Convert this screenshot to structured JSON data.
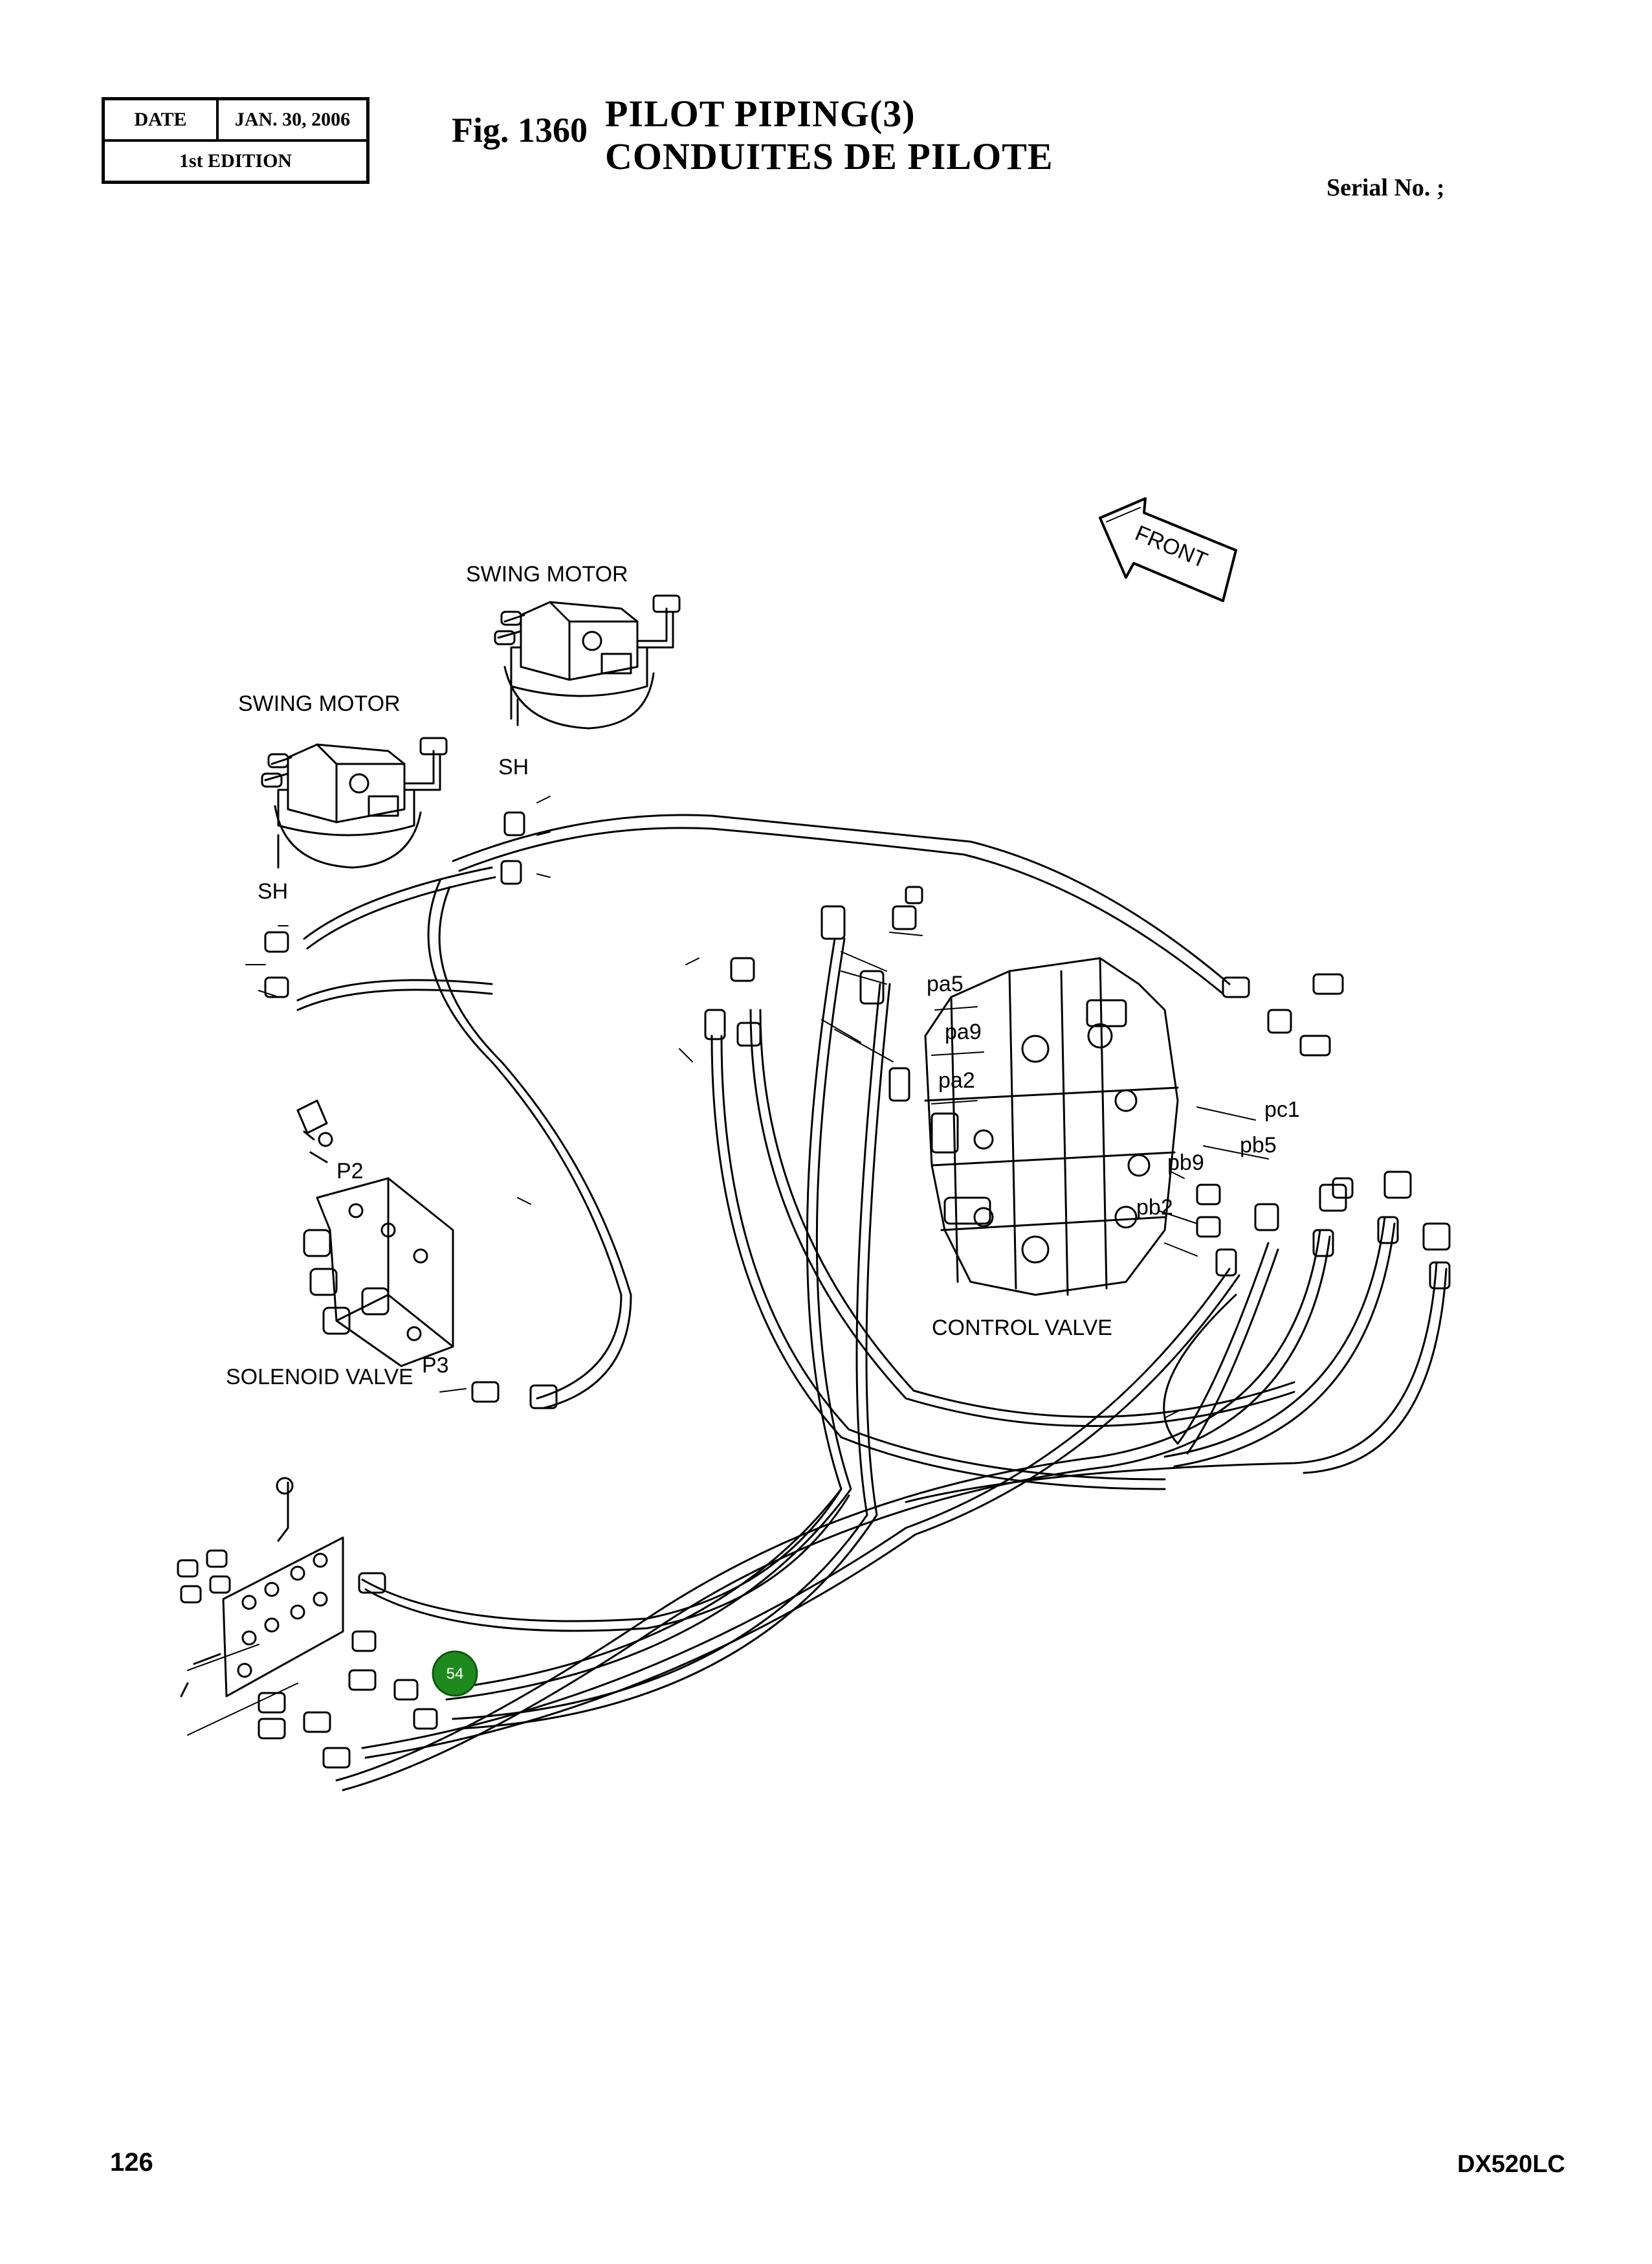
{
  "header": {
    "date_label": "DATE",
    "date_value": "JAN. 30, 2006",
    "edition": "1st EDITION"
  },
  "figure": {
    "number": "Fig. 1360",
    "title_en": "PILOT  PIPING(3)",
    "title_fr": "CONDUITES  DE  PILOTE",
    "serial": "Serial No. ;"
  },
  "labels": {
    "swing_motor_top": "SWING MOTOR",
    "swing_motor_left": "SWING MOTOR",
    "sh_top": "SH",
    "sh_left": "SH",
    "front": "FRONT",
    "pa5": "pa5",
    "pa9": "pa9",
    "pa2": "pa2",
    "pc1": "pc1",
    "pb5": "pb5",
    "pb9": "pb9",
    "pb2": "pb2",
    "p2": "P2",
    "p3": "P3",
    "solenoid_valve": "SOLENOID VALVE",
    "control_valve": "CONTROL VALVE",
    "callout_54": "54"
  },
  "colors": {
    "callout_fill": "#1e8a1e",
    "line": "#000000"
  },
  "footer": {
    "page": "126",
    "model": "DX520LC"
  }
}
